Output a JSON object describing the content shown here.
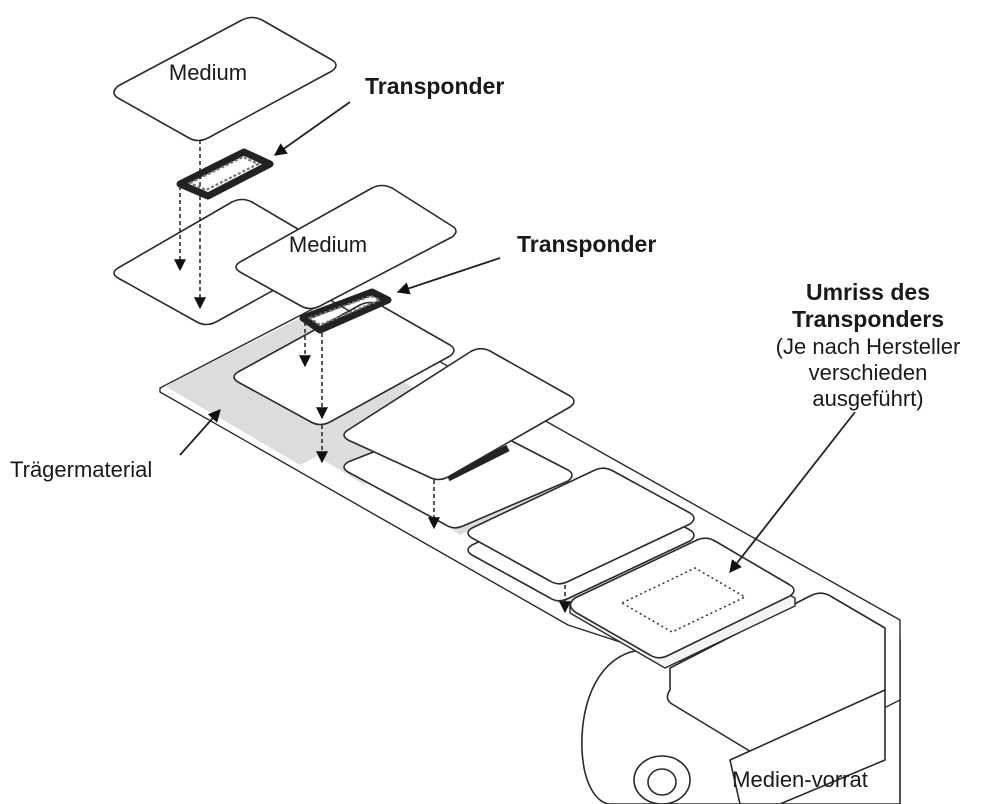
{
  "labels": {
    "medium_top": "Medium",
    "medium_mid": "Medium",
    "transponder_top": "Transponder",
    "transponder_mid": "Transponder",
    "outline_title_1": "Umriss des",
    "outline_title_2": "Transponders",
    "outline_note_1": "(Je nach Hersteller",
    "outline_note_2": "verschieden",
    "outline_note_3": "ausgeführt)",
    "liner": "Trägermaterial",
    "roll": "Medien-vorrat"
  },
  "colors": {
    "line": "#2a2a2a",
    "shade": "#dcdcdc",
    "background": "#ffffff"
  }
}
